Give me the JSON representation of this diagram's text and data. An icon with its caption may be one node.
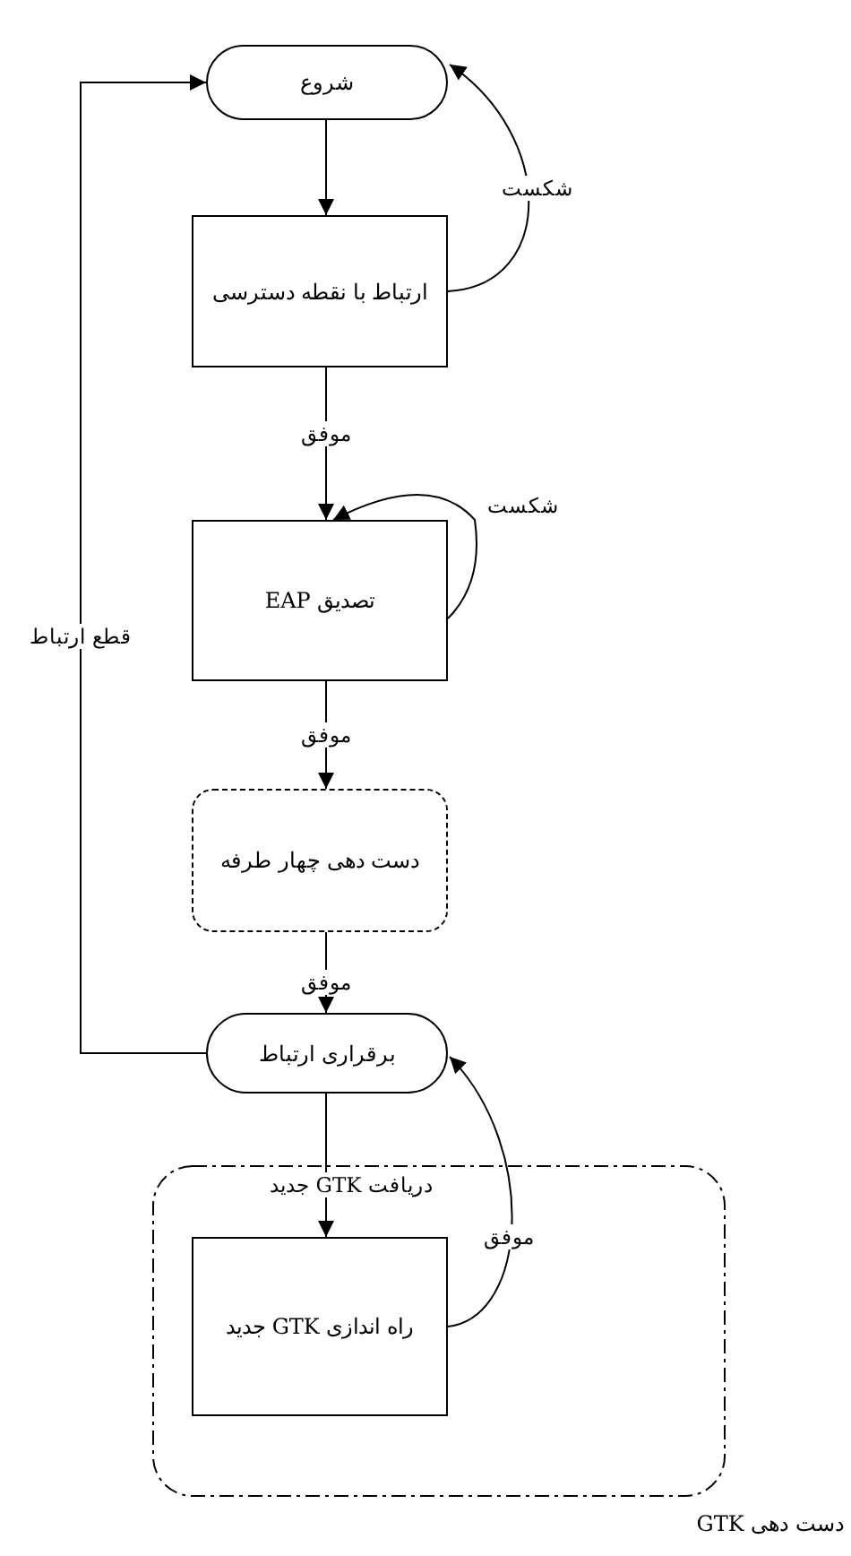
{
  "diagram": {
    "nodes": [
      {
        "text": [
          "شروع"
        ]
      },
      {
        "text": [
          "ارتباط با نقطه دسترسی"
        ]
      },
      {
        "text": [
          "تصدیق EAP"
        ]
      },
      {
        "text": [
          "دست دهی چهار طرفه"
        ]
      },
      {
        "text": [
          "برقراری ارتباط"
        ]
      },
      {
        "text": [
          "دست دهی GTK"
        ]
      },
      {
        "text": [
          "راه اندازی GTK جدید"
        ],
        "in": 5
      }
    ],
    "edges": [
      {
        "from": 0,
        "to": 1,
        "arrow": "to"
      },
      {
        "from": 1,
        "to": 0,
        "arrow": "to",
        "label": "شکست"
      },
      {
        "from": 1,
        "to": 2,
        "arrow": "to",
        "label": "موفق"
      },
      {
        "from": 2,
        "to": 2,
        "arrow": "to",
        "label": "شکست"
      },
      {
        "from": 2,
        "to": 3,
        "arrow": "to",
        "label": "موفق"
      },
      {
        "from": 3,
        "to": 4,
        "arrow": "to",
        "label": "موفق"
      },
      {
        "from": 4,
        "to": 0,
        "arrow": "to",
        "label": "قطع ارتباط"
      },
      {
        "from": 4,
        "to": 6,
        "arrow": "to",
        "label": "دریافت GTK جدید"
      },
      {
        "from": 6,
        "to": 4,
        "arrow": "to",
        "label": "موفق"
      }
    ]
  }
}
